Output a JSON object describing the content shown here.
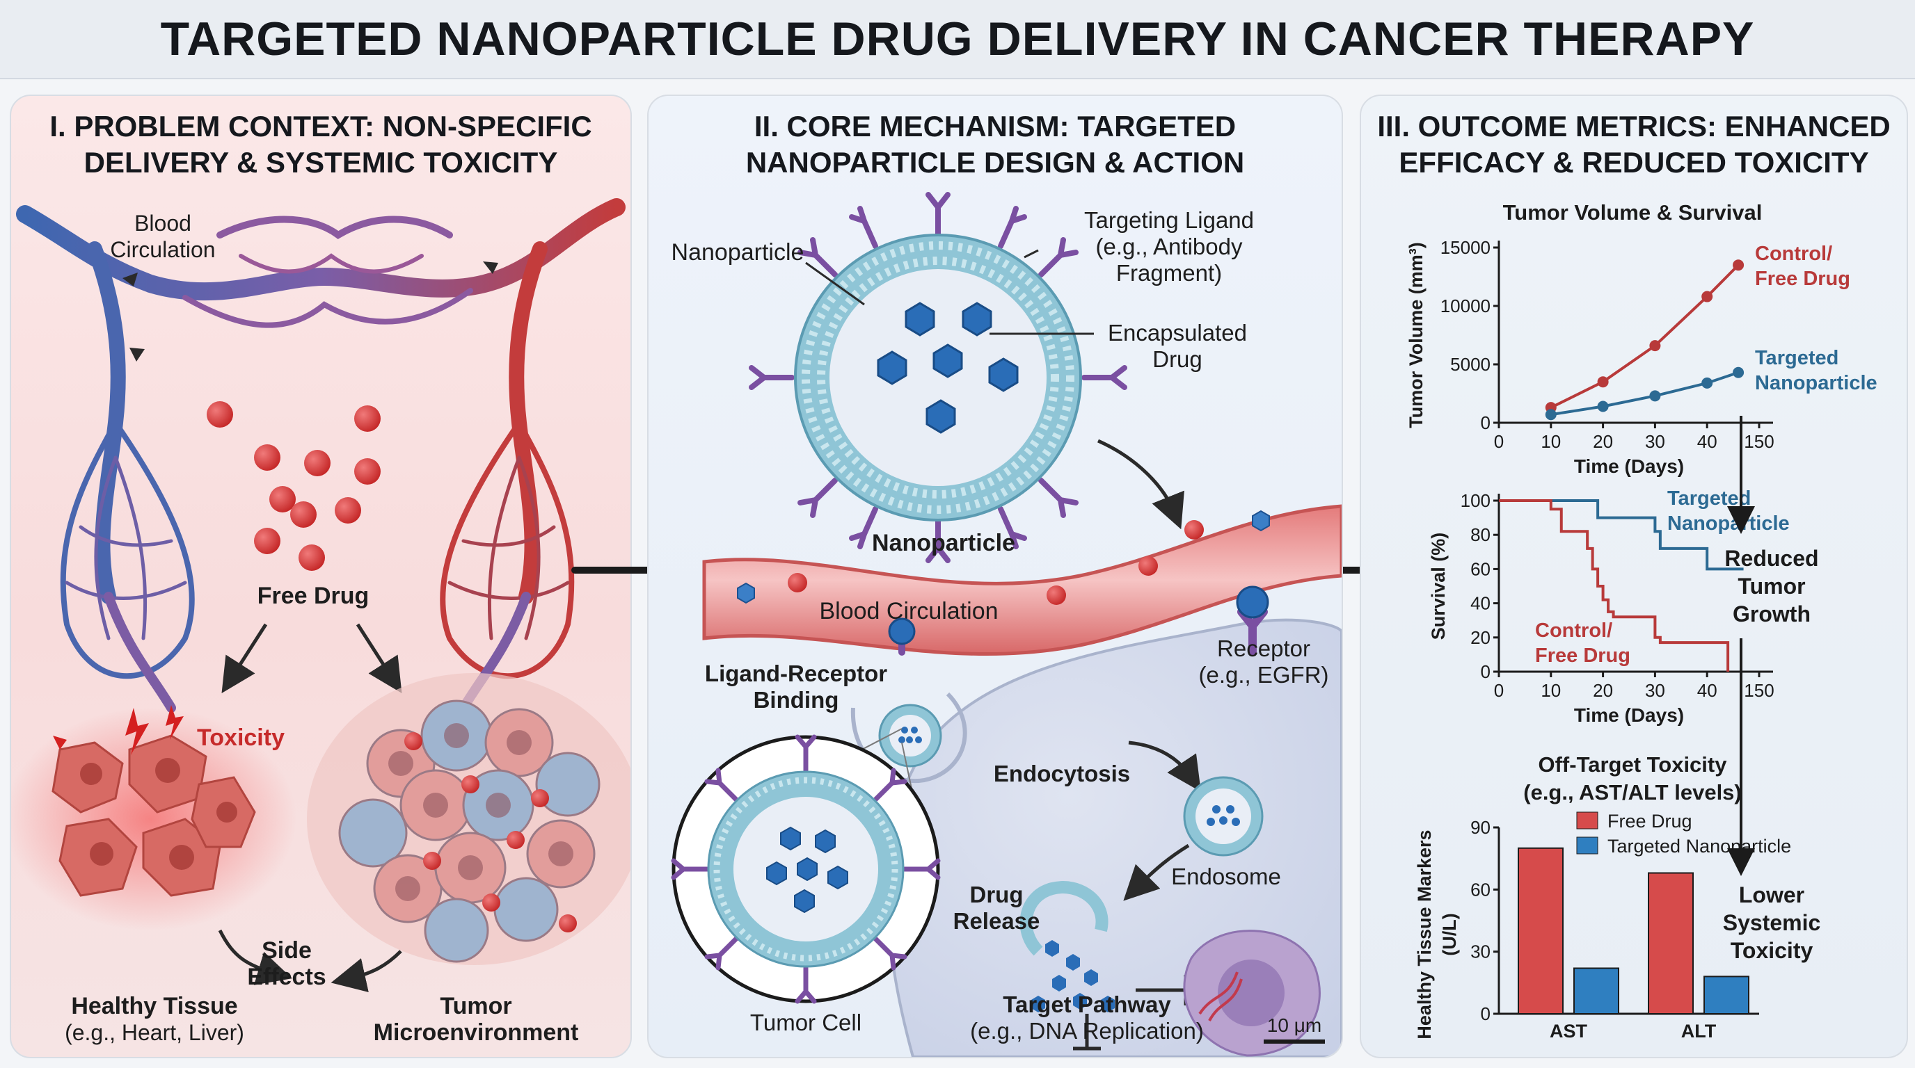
{
  "title": "TARGETED NANOPARTICLE DRUG DELIVERY IN CANCER THERAPY",
  "panel1": {
    "heading_line1": "I. PROBLEM CONTEXT: NON-SPECIFIC",
    "heading_line2": "DELIVERY & SYSTEMIC TOXICITY",
    "blood_circulation_1": "Blood",
    "blood_circulation_2": "Circulation",
    "free_drug": "Free Drug",
    "toxicity": "Toxicity",
    "side_effects_1": "Side",
    "side_effects_2": "Effects",
    "healthy_tissue": "Healthy Tissue",
    "healthy_tissue_sub": "(e.g., Heart, Liver)",
    "tumor_1": "Tumor",
    "tumor_2": "Microenvironment"
  },
  "panel2": {
    "heading_line1": "II. CORE MECHANISM: TARGETED",
    "heading_line2": "NANOPARTICLE DESIGN & ACTION",
    "nanoparticle_callout": "Nanoparticle",
    "ligand_1": "Targeting Ligand",
    "ligand_2": "(e.g., Antibody",
    "ligand_3": "Fragment)",
    "encap_1": "Encapsulated",
    "encap_2": "Drug",
    "nanoparticle_label": "Nanoparticle",
    "blood_circulation": "Blood Circulation",
    "lrb_1": "Ligand-Receptor",
    "lrb_2": "Binding",
    "receptor_1": "Receptor",
    "receptor_2": "(e.g., EGFR)",
    "endocytosis": "Endocytosis",
    "endosome": "Endosome",
    "release_1": "Drug",
    "release_2": "Release",
    "tumor_cell": "Tumor Cell",
    "pathway_1": "Target Pathway",
    "pathway_2": "(e.g., DNA Replication)",
    "scale": "10 μm"
  },
  "panel3": {
    "heading_line1": "III. OUTCOME METRICS: ENHANCED",
    "heading_line2": "EFFICACY & REDUCED TOXICITY",
    "reduced_1": "Reduced",
    "reduced_2": "Tumor",
    "reduced_3": "Growth",
    "lower_1": "Lower",
    "lower_2": "Systemic",
    "lower_3": "Toxicity"
  },
  "colors": {
    "control": "#b83a3a",
    "targeted": "#2c6a93",
    "bar_free": "#d64b4b",
    "bar_targeted": "#2f7fc0"
  },
  "chart_data": [
    {
      "type": "line",
      "title": "Tumor Volume & Survival",
      "xlabel": "Time (Days)",
      "ylabel": "Tumor Volume (mm³)",
      "xticks": [
        "0",
        "10",
        "20",
        "30",
        "40",
        "150"
      ],
      "yticks": [
        "0",
        "5000",
        "10000",
        "15000"
      ],
      "xlim": [
        0,
        50
      ],
      "ylim": [
        0,
        15000
      ],
      "series": [
        {
          "name": "Control/ Free Drug",
          "name_l1": "Control/",
          "name_l2": "Free Drug",
          "x": [
            10,
            20,
            30,
            40,
            46
          ],
          "y": [
            1300,
            3500,
            6600,
            10800,
            13500
          ]
        },
        {
          "name": "Targeted Nanoparticle",
          "name_l1": "Targeted",
          "name_l2": "Nanoparticle",
          "x": [
            10,
            20,
            30,
            40,
            46
          ],
          "y": [
            700,
            1400,
            2300,
            3400,
            4300
          ]
        }
      ]
    },
    {
      "type": "line",
      "xlabel": "Time (Days)",
      "ylabel": "Survival (%)",
      "xticks": [
        "0",
        "10",
        "20",
        "30",
        "40",
        "150"
      ],
      "yticks": [
        "0",
        "20",
        "40",
        "60",
        "80",
        "100"
      ],
      "xlim": [
        0,
        50
      ],
      "ylim": [
        0,
        100
      ],
      "series": [
        {
          "name": "Targeted Nanoparticle",
          "name_l1": "Targeted",
          "name_l2": "Nanoparticle",
          "x": [
            0,
            19,
            19,
            30,
            30,
            31,
            31,
            40,
            40,
            47
          ],
          "y": [
            100,
            100,
            90,
            90,
            82,
            82,
            72,
            72,
            60,
            60
          ]
        },
        {
          "name": "Control/ Free Drug",
          "name_l1": "Control/",
          "name_l2": "Free Drug",
          "x": [
            0,
            10,
            10,
            12,
            12,
            17,
            17,
            18,
            18,
            19,
            19,
            20,
            20,
            21,
            21,
            22,
            22,
            30,
            30,
            31,
            31,
            44,
            44
          ],
          "y": [
            100,
            100,
            95,
            95,
            82,
            82,
            72,
            72,
            60,
            60,
            50,
            50,
            42,
            42,
            35,
            35,
            32,
            32,
            20,
            20,
            17,
            17,
            0
          ]
        }
      ]
    },
    {
      "type": "bar",
      "title_l1": "Off-Target Toxicity",
      "title_l2": "(e.g., AST/ALT levels)",
      "ylabel_l1": "Healthy Tissue Markers",
      "ylabel_l2": "(U/L)",
      "categories": [
        "AST",
        "ALT"
      ],
      "yticks": [
        "0",
        "30",
        "60",
        "90"
      ],
      "ylim": [
        0,
        90
      ],
      "legend": "top",
      "series": [
        {
          "name": "Free Drug",
          "values": [
            80,
            68
          ]
        },
        {
          "name": "Targeted Nanoparticle",
          "values": [
            22,
            18
          ]
        }
      ]
    }
  ]
}
